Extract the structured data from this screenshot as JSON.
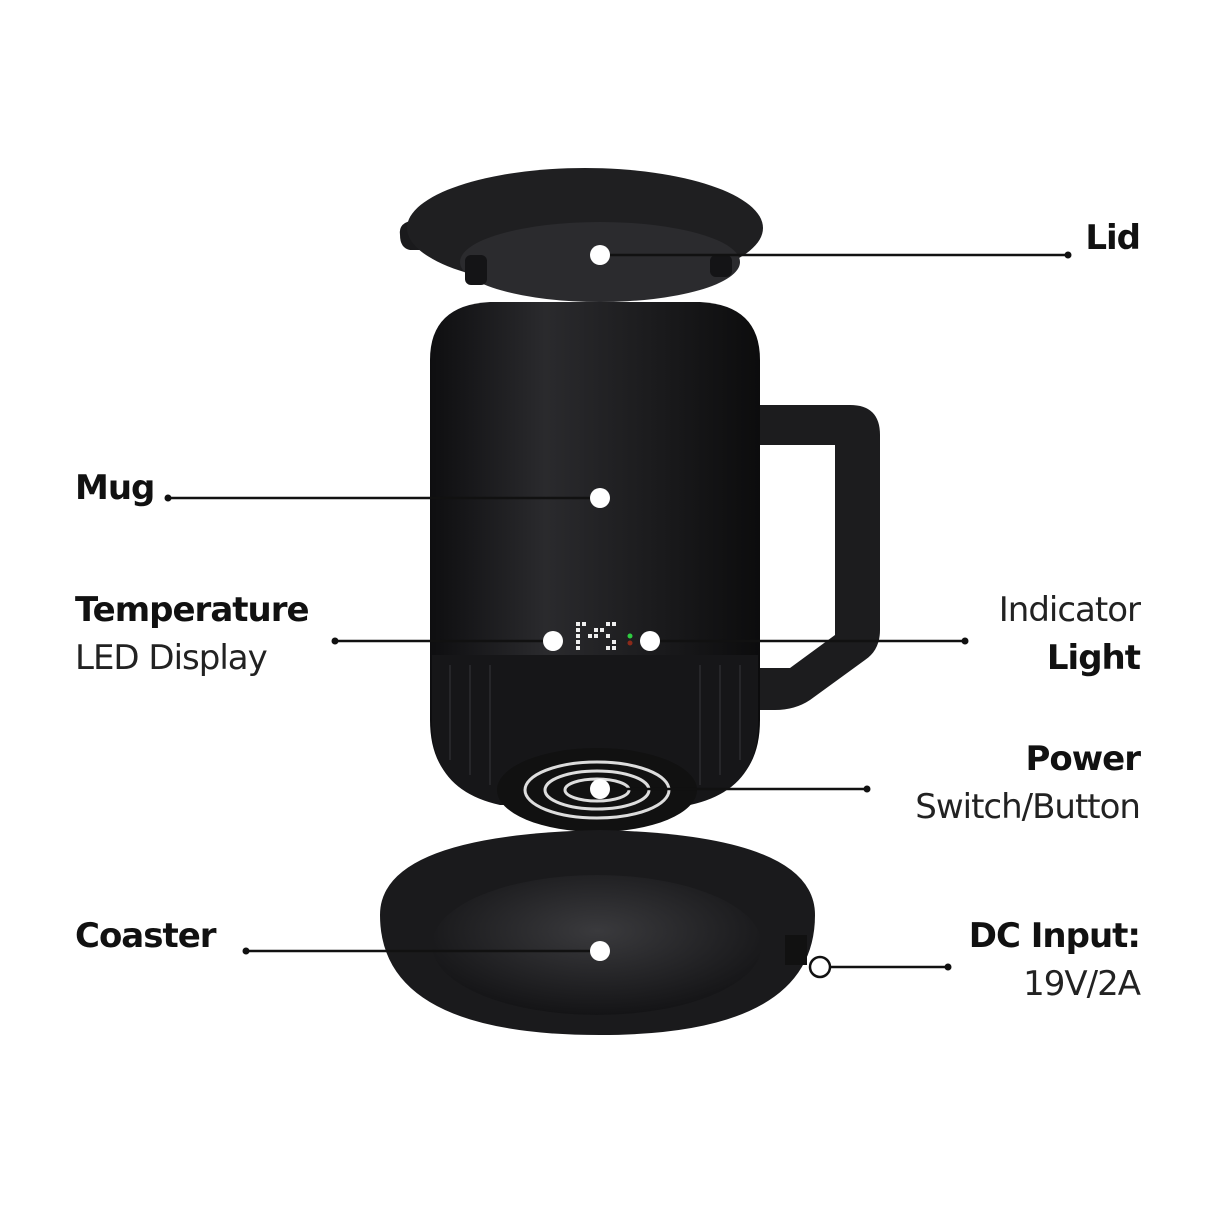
{
  "callouts": {
    "lid": {
      "bold": "Lid"
    },
    "mug": {
      "bold": "Mug"
    },
    "temperature": {
      "bold": "Temperature",
      "light": "LED Display"
    },
    "indicator": {
      "light": "Indicator",
      "bold": "Light"
    },
    "power": {
      "bold": "Power",
      "light": "Switch/Button"
    },
    "coaster": {
      "bold": "Coaster"
    },
    "dc_input": {
      "bold": "DC Input:",
      "light": "19V/2A"
    }
  },
  "colors": {
    "product": "#1c1c1e",
    "line": "#111111",
    "marker": "#ffffff",
    "indicator_green": "#2ecc40",
    "indicator_red": "#8b2a1a"
  }
}
